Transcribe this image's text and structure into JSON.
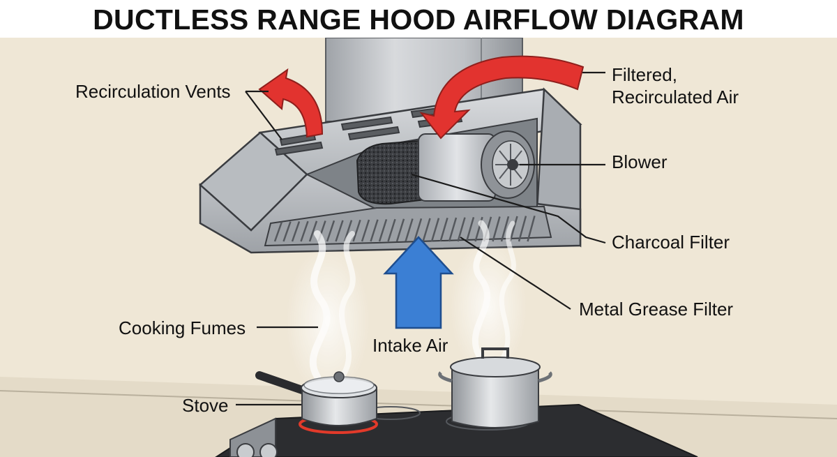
{
  "title": "DUCTLESS RANGE HOOD AIRFLOW DIAGRAM",
  "labels": {
    "recirculation_vents": "Recirculation Vents",
    "filtered_line1": "Filtered,",
    "filtered_line2": "Recirculated Air",
    "blower": "Blower",
    "charcoal_filter": "Charcoal Filter",
    "metal_grease_filter": "Metal Grease Filter",
    "cooking_fumes": "Cooking Fumes",
    "intake_air": "Intake Air",
    "stove": "Stove"
  },
  "colors": {
    "wall": "#efe7d6",
    "stainless": "#c9cccf",
    "stainless_dark": "#9a9ea3",
    "outline": "#3a3c40",
    "recirc_arrow": "#e2332f",
    "intake_arrow": "#3b7fd4",
    "cooktop": "#2c2d30",
    "burner_glow": "#e23a2a"
  },
  "icons": [
    "hood-body",
    "chimney-duct",
    "blower-icon",
    "charcoal-filter-icon",
    "grease-filter-icon",
    "pot-icon",
    "saucepan-icon",
    "stove-icon",
    "steam-icon"
  ]
}
